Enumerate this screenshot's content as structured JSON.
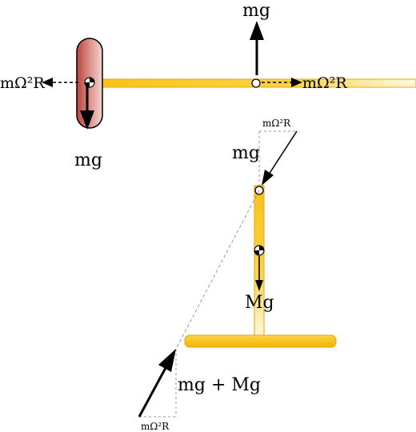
{
  "colors": {
    "bar_yellow": "#f8c21a",
    "bar_light": "#fff5d0",
    "roller_red": "#c0544e",
    "roller_light": "#f3d3cf",
    "dashed_gray": "#999999"
  },
  "labels": {
    "top_gravity": "mg",
    "left_centrifugal": "mΩ²R",
    "right_centrifugal": "mΩ²R",
    "left_gravity": "mg",
    "top_triangle_centrifugal": "mΩ²R",
    "mid_gravity": "mg",
    "axle_weight": "Mg",
    "combined_weight": "mg + Mg",
    "bottom_triangle_centrifugal": "mΩ²R"
  },
  "icons": {
    "center_of_mass": "center-of-mass-icon",
    "pivot": "pivot-circle-icon"
  }
}
